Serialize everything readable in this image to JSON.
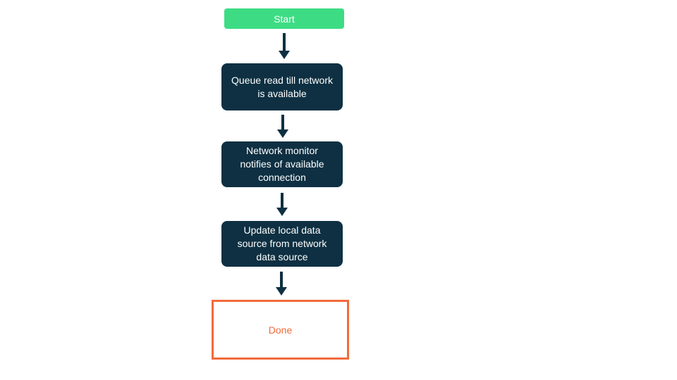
{
  "diagram": {
    "type": "flowchart",
    "direction": "top-down",
    "nodes": [
      {
        "id": "start",
        "kind": "start-terminal",
        "label": "Start",
        "bg": "#3ddc84",
        "text_color": "#ffffff"
      },
      {
        "id": "queue",
        "kind": "process",
        "label": "Queue read till network is available",
        "bg": "#0e3042",
        "text_color": "#ffffff"
      },
      {
        "id": "monitor",
        "kind": "process",
        "label": "Network monitor notifies of available connection",
        "bg": "#0e3042",
        "text_color": "#ffffff"
      },
      {
        "id": "update",
        "kind": "process",
        "label": "Update local data source from network data source",
        "bg": "#0e3042",
        "text_color": "#ffffff"
      },
      {
        "id": "done",
        "kind": "end-terminal",
        "label": "Done",
        "bg": "#ffffff",
        "border_color": "#f26a3b",
        "text_color": "#f26a3b"
      }
    ],
    "edges": [
      {
        "from": "start",
        "to": "queue",
        "style": "arrow-down"
      },
      {
        "from": "queue",
        "to": "monitor",
        "style": "arrow-down"
      },
      {
        "from": "monitor",
        "to": "update",
        "style": "arrow-down"
      },
      {
        "from": "update",
        "to": "done",
        "style": "arrow-down"
      }
    ],
    "colors": {
      "background": "#ffffff",
      "node_green": "#3ddc84",
      "node_dark_navy": "#0e3042",
      "accent_orange": "#f26a3b",
      "arrow": "#0e3042"
    }
  }
}
